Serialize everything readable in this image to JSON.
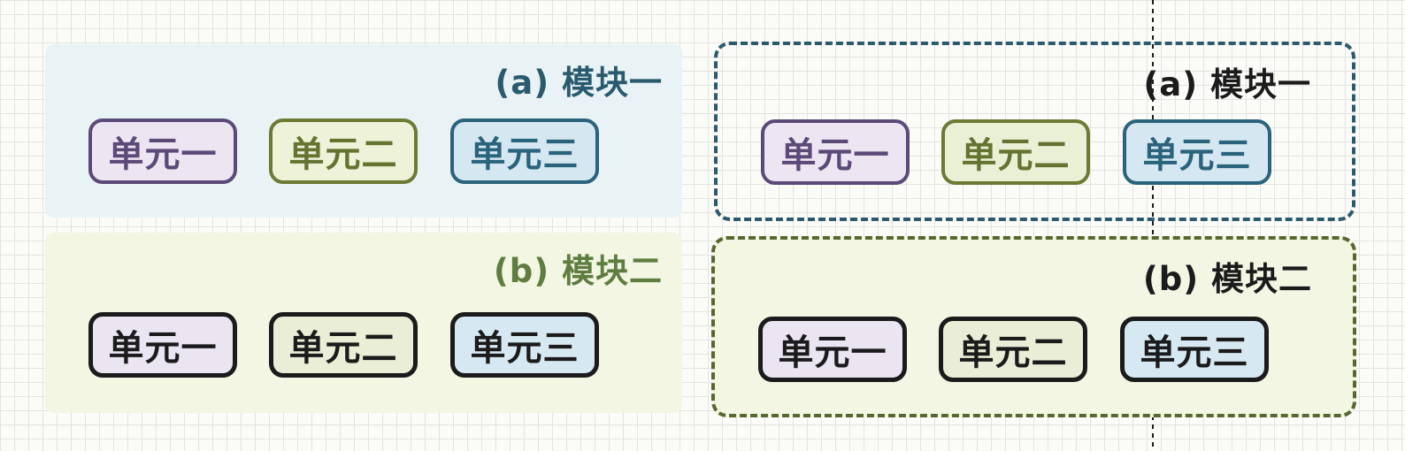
{
  "canvas": {
    "background": "#fbfbf8",
    "grid_color": "#e3e3df",
    "divider_line_color": "#1c1c1c"
  },
  "panels": [
    {
      "id": "module-a-left",
      "label": "(a) 模块一",
      "label_color": "#2a5a6e",
      "style": "solid-fill",
      "fill": "#e9f3f6",
      "units": [
        {
          "label": "单元一",
          "border": "#5b4a78",
          "fill": "#ece6f3",
          "text": "#5b4a78"
        },
        {
          "label": "单元二",
          "border": "#6c7a33",
          "fill": "#eef2d8",
          "text": "#647430"
        },
        {
          "label": "单元三",
          "border": "#2a637c",
          "fill": "#d5e7f0",
          "text": "#2a637c"
        }
      ]
    },
    {
      "id": "module-b-left",
      "label": "(b) 模块二",
      "label_color": "#5f7d3f",
      "style": "solid-fill",
      "fill": "#f2f6e3",
      "units": [
        {
          "label": "单元一",
          "border": "#1b1b1b",
          "fill": "#ebe5f1",
          "text": "#1b1b1b"
        },
        {
          "label": "单元二",
          "border": "#1b1b1b",
          "fill": "#eaeed6",
          "text": "#1b1b1b"
        },
        {
          "label": "单元三",
          "border": "#1b1b1b",
          "fill": "#d6e8f2",
          "text": "#1b1b1b"
        }
      ]
    },
    {
      "id": "module-a-right",
      "label": "(a) 模块一",
      "label_color": "#1b1b1b",
      "style": "dashed-border",
      "border": "#2a5a6e",
      "fill": "transparent",
      "units": [
        {
          "label": "单元一",
          "border": "#5b4a78",
          "fill": "#ece6f3",
          "text": "#5b4a78"
        },
        {
          "label": "单元二",
          "border": "#6c7a33",
          "fill": "#e9f0d6",
          "text": "#647430"
        },
        {
          "label": "单元三",
          "border": "#2a637c",
          "fill": "#d5e7f0",
          "text": "#2a637c"
        }
      ]
    },
    {
      "id": "module-b-right",
      "label": "(b) 模块二",
      "label_color": "#1b1b1b",
      "style": "dashed-border",
      "border": "#57682f",
      "fill": "#f2f6e3",
      "units": [
        {
          "label": "单元一",
          "border": "#1b1b1b",
          "fill": "#ebe5f1",
          "text": "#1b1b1b"
        },
        {
          "label": "单元二",
          "border": "#1b1b1b",
          "fill": "#eaeed6",
          "text": "#1b1b1b"
        },
        {
          "label": "单元三",
          "border": "#1b1b1b",
          "fill": "#d6e8f2",
          "text": "#1b1b1b"
        }
      ]
    }
  ]
}
